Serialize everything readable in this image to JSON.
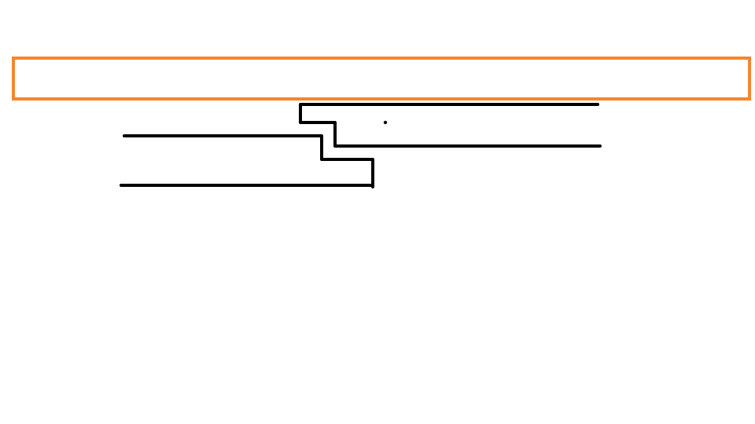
{
  "slide": {
    "background_color": "#ffffff",
    "title_box": {
      "text": "",
      "border_color": "#f5862f"
    },
    "sketch": {
      "stroke_color": "#000000",
      "elements": [
        "upper-step-line",
        "middle-step-line",
        "lower-step-line",
        "ink-dot"
      ]
    }
  }
}
